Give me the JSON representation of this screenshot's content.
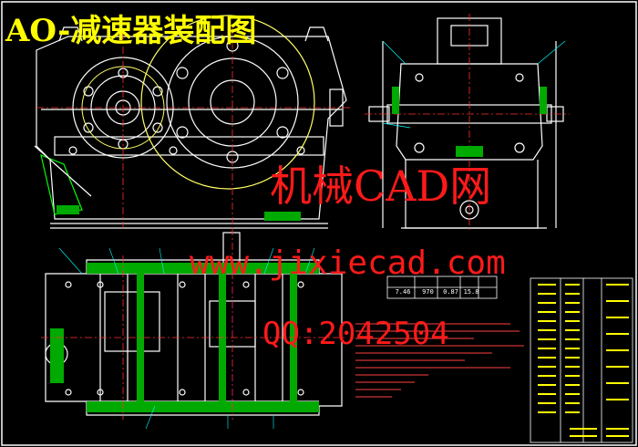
{
  "drawing": {
    "title": "AO-减速器装配图",
    "watermark": {
      "site_cn": "机械CAD网",
      "url": "www.jixiecad.com",
      "qq": "QQ:2042504"
    },
    "colors": {
      "background": "#000000",
      "outline": "#ffffff",
      "center_line": "#ff3030",
      "highlight": "#00ff00",
      "gear_pitch": "#ffff66",
      "title_text": "#ffff00",
      "table_text": "#ffff00",
      "hatch": "#00ff00",
      "dimension": "#00ffff",
      "watermark": "#ff1a1a"
    },
    "spec_table": {
      "row": [
        "7.46",
        "970",
        "0.87",
        "15.8"
      ]
    },
    "icons": {
      "front_view": "gear-reducer-front-view",
      "side_view": "gear-reducer-side-view",
      "top_view": "gear-reducer-top-section-view",
      "title_block": "title-block-table"
    }
  }
}
